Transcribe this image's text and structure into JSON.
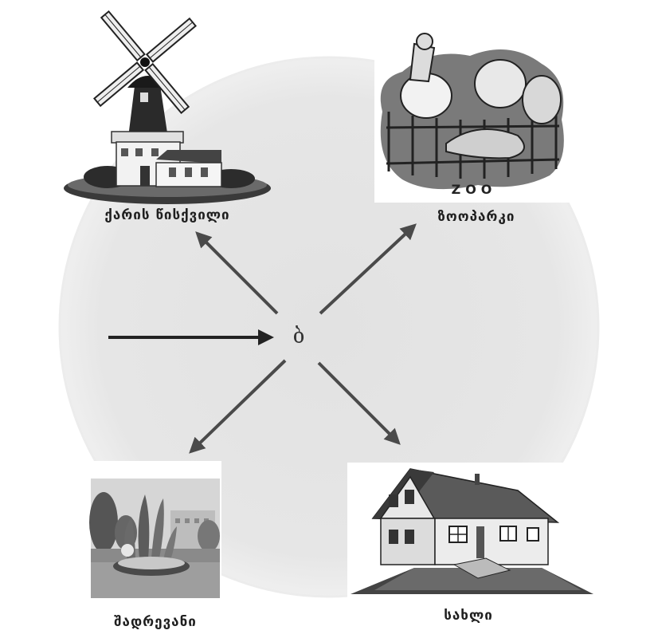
{
  "center_letter": "ბ",
  "nodes": [
    {
      "label": "ქარის წისქვილი",
      "icon": "windmill-icon"
    },
    {
      "label": "ზოოპარკი",
      "icon": "zoo-icon"
    },
    {
      "label": "შადრევანი",
      "icon": "fountain-icon"
    },
    {
      "label": "სახლი",
      "icon": "house-icon"
    }
  ],
  "zoo_sign": "ZOO",
  "colors": {
    "background_circle": "#e6e6e6",
    "arrow": "#4a4a4a",
    "label": "#1f1f1f"
  }
}
